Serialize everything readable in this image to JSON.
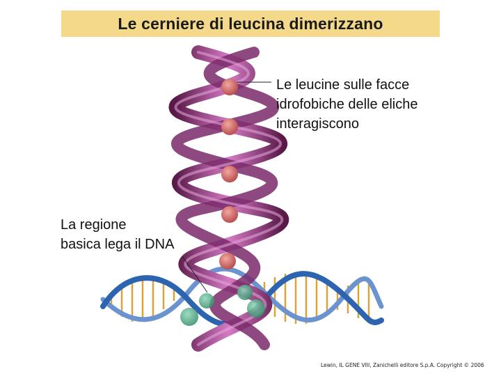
{
  "title": "Le cerniere di leucina dimerizzano",
  "annotations": {
    "leucine": [
      "Le leucine sulle facce",
      "idrofobiche delle eliche",
      "interagiscono"
    ],
    "basic_region": [
      "La regione",
      "basica lega il DNA"
    ]
  },
  "copyright": "Lewin, IL GENE VIII, Zanichelli editore S.p.A. Copyright © 2006",
  "colors": {
    "title_bg": "#f5d98a",
    "helix_light": "#c86ab8",
    "helix_dark": "#3a1030",
    "leucine": "#d46a6a",
    "dna_backbone": "#2c64b0",
    "dna_rungs": "#d9a23a",
    "dna_contact": "#3a9a78"
  }
}
